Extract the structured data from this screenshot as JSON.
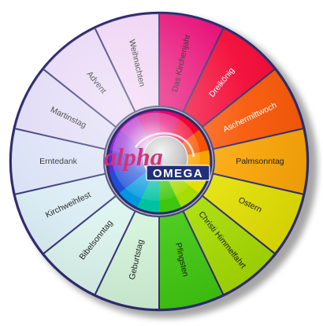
{
  "wheel": {
    "segments": [
      {
        "label": "Das Kirchenjahr",
        "color": "#e6006f"
      },
      {
        "label": "Dreikönig",
        "color": "#f2002e"
      },
      {
        "label": "Aschermittwoch",
        "color": "#f85300"
      },
      {
        "label": "Palmsonntag",
        "color": "#f9a300"
      },
      {
        "label": "Ostern",
        "color": "#e2e000"
      },
      {
        "label": "Christi Himmelfahrt",
        "color": "#a6dc00"
      },
      {
        "label": "Pfingsten",
        "color": "#3ec70e"
      },
      {
        "label": "Geburtstag",
        "color": "#d2f2d8"
      },
      {
        "label": "Bibelsonntag",
        "color": "#d9f2ec"
      },
      {
        "label": "Kirchweihfest",
        "color": "#d7ebf2"
      },
      {
        "label": "Erntedank",
        "color": "#d8e0f5"
      },
      {
        "label": "Martinstag",
        "color": "#ded8f5"
      },
      {
        "label": "Advent",
        "color": "#e6d4f5"
      },
      {
        "label": "Weihnachten",
        "color": "#eed0f3"
      }
    ]
  },
  "logo": {
    "alpha": "alpha",
    "omega": "OMEGA"
  }
}
